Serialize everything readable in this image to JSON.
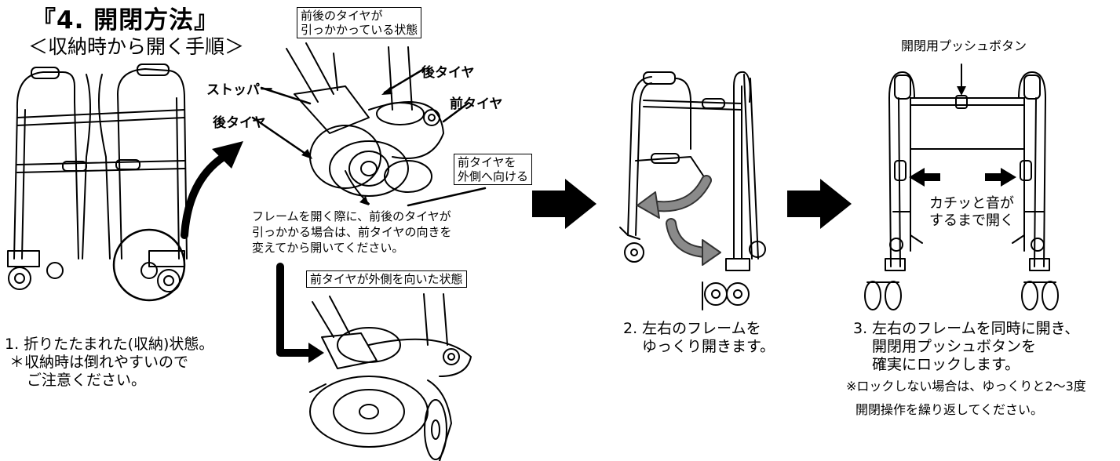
{
  "title": "『4. 開閉方法』",
  "subtitle": "＜収納時から開く手順＞",
  "step1": {
    "line1": "1. 折りたたまれた(収納)状態。",
    "line2": "＊収納時は倒れやすいので",
    "line3": "ご注意ください。"
  },
  "detail": {
    "box_top_1": "前後のタイヤが",
    "box_top_2": "引っかかっている状態",
    "rear_tire_a": "後タイヤ",
    "stopper": "ストッパー",
    "front_tire": "前タイヤ",
    "rear_tire_b": "後タイヤ",
    "box_turn_1": "前タイヤを",
    "box_turn_2": "外側へ向ける",
    "note_1": "フレームを開く際に、前後のタイヤが",
    "note_2": "引っかかる場合は、前タイヤの向きを",
    "note_3": "変えてから開いてください。",
    "box_bottom": "前タイヤが外側を向いた状態"
  },
  "step2": {
    "line1": "2. 左右のフレームを",
    "line2": "ゆっくり開きます。"
  },
  "step3": {
    "button_label": "開閉用プッシュボタン",
    "click_1": "カチッと音が",
    "click_2": "するまで開く",
    "line1": "3. 左右のフレームを同時に開き、",
    "line2": "開閉用プッシュボタンを",
    "line3": "確実にロックします。",
    "warn_1": "※ロックしない場合は、ゆっくりと2～3度",
    "warn_2": "開閉操作を繰り返してください。"
  }
}
